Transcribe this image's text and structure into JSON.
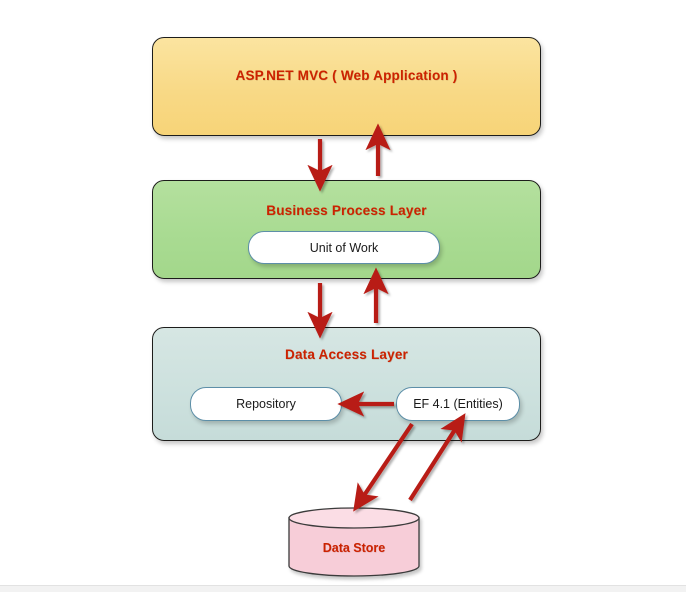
{
  "diagram": {
    "title_text_color": "#cc2200",
    "layers": [
      {
        "id": "web",
        "label": "ASP.NET MVC ( Web Application )",
        "color": "#f8d986"
      },
      {
        "id": "bpl",
        "label": "Business Process Layer",
        "color": "#a9db92",
        "components": [
          {
            "id": "unit-of-work",
            "label": "Unit of Work"
          }
        ]
      },
      {
        "id": "dal",
        "label": "Data Access Layer",
        "color": "#cde1de",
        "components": [
          {
            "id": "repository",
            "label": "Repository"
          },
          {
            "id": "ef-entities",
            "label": "EF 4.1 (Entities)"
          }
        ]
      }
    ],
    "data_store": {
      "label": "Data Store",
      "shape": "cylinder",
      "color": "#f7cdd8"
    },
    "connectors": [
      {
        "id": "web-to-bpl",
        "from": "web",
        "to": "bpl",
        "direction": "down"
      },
      {
        "id": "bpl-to-web",
        "from": "bpl",
        "to": "web",
        "direction": "up"
      },
      {
        "id": "bpl-to-dal",
        "from": "bpl",
        "to": "dal",
        "direction": "down"
      },
      {
        "id": "dal-to-bpl",
        "from": "dal",
        "to": "bpl",
        "direction": "up"
      },
      {
        "id": "ef-to-repository",
        "from": "ef-entities",
        "to": "repository",
        "direction": "left"
      },
      {
        "id": "ef-to-datastore",
        "from": "ef-entities",
        "to": "data-store",
        "direction": "down-left"
      },
      {
        "id": "datastore-to-ef",
        "from": "data-store",
        "to": "ef-entities",
        "direction": "up-right"
      }
    ],
    "arrow_color": "#b81c14"
  }
}
